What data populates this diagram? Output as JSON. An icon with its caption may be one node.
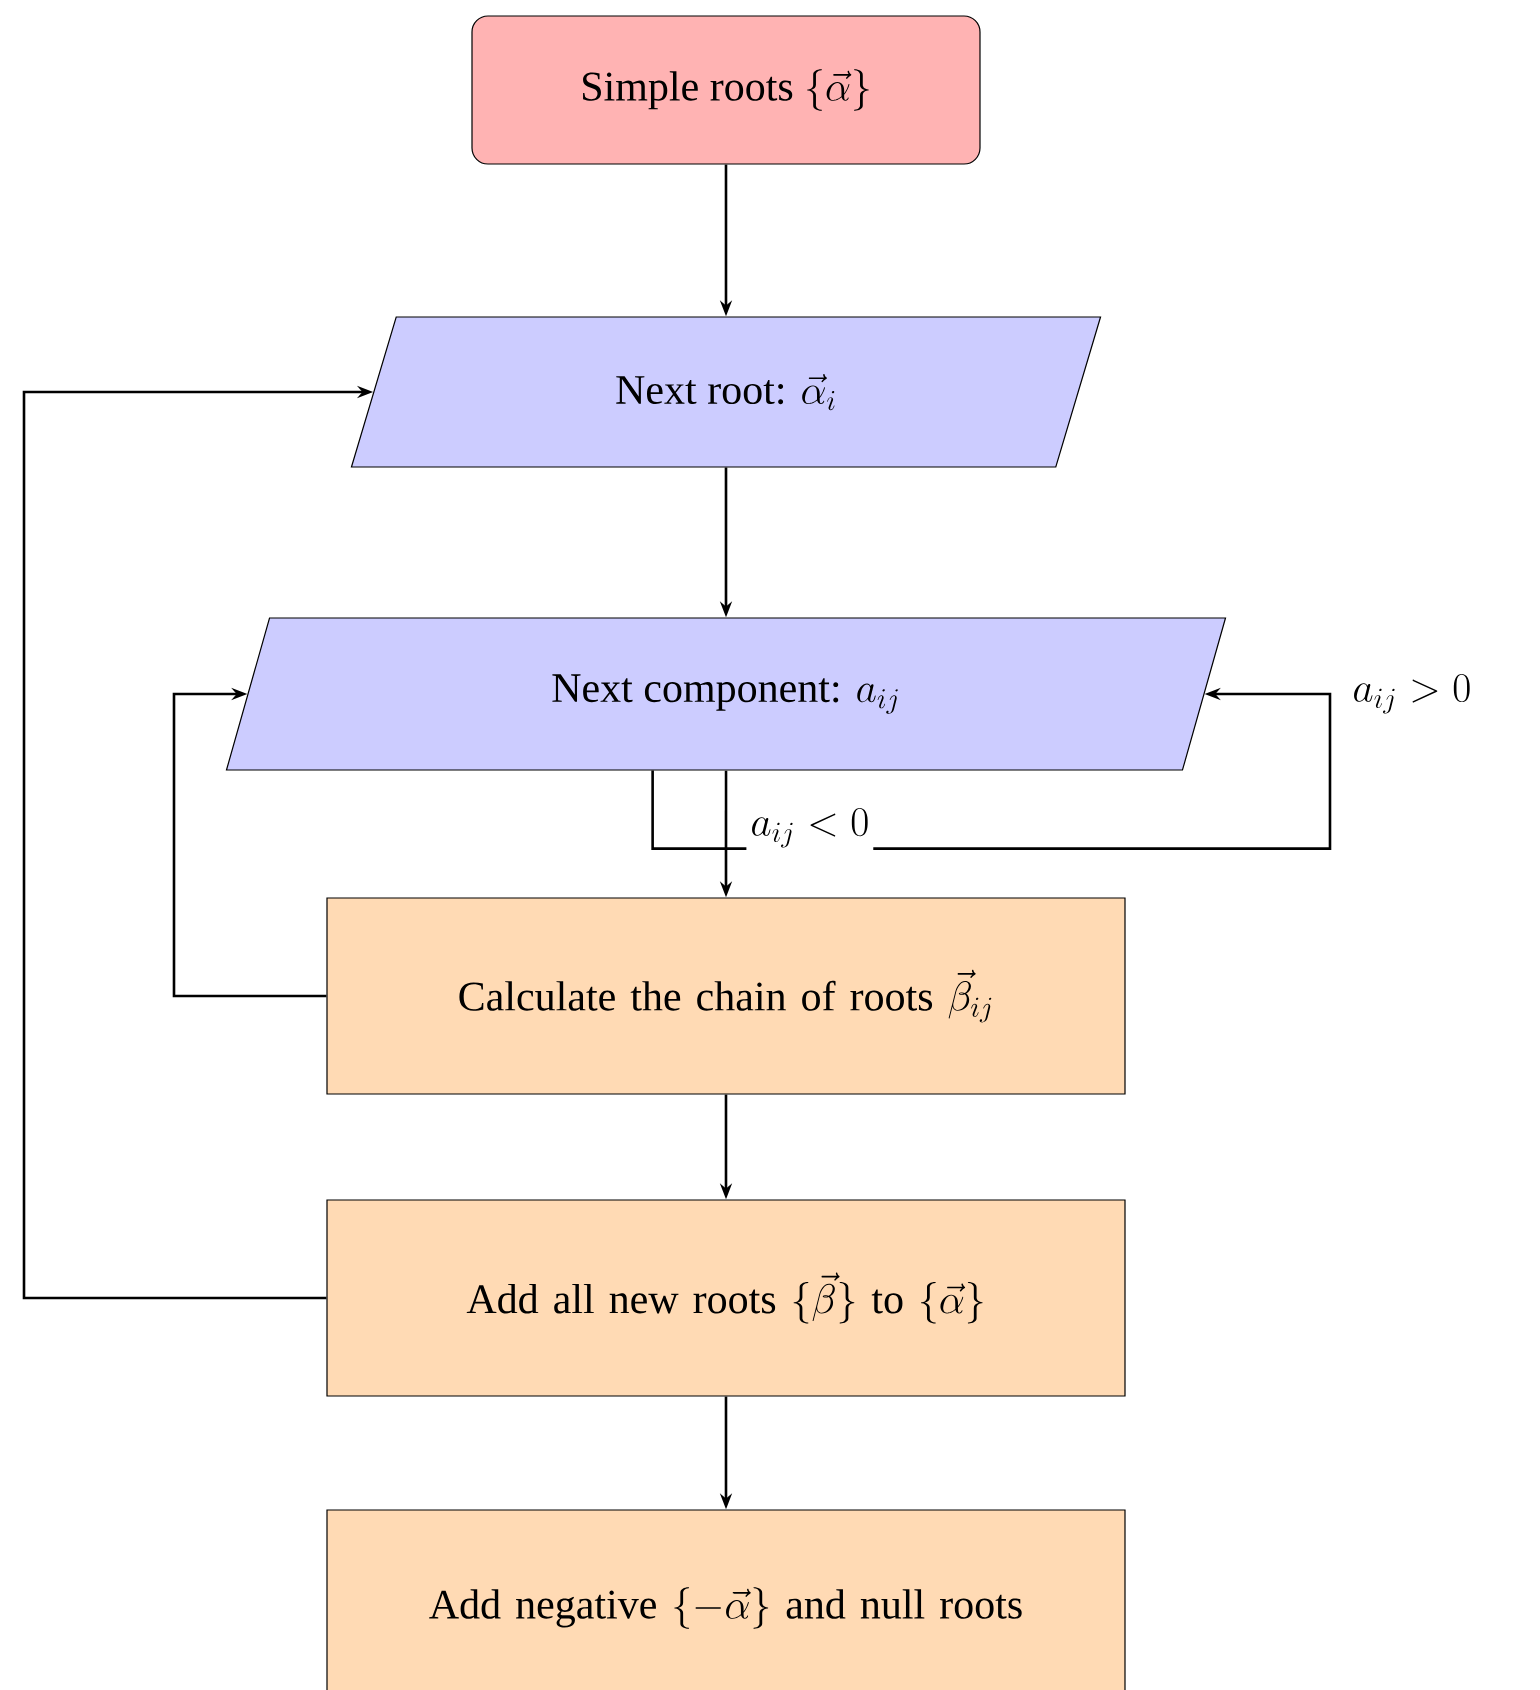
{
  "diagram": {
    "nodes": [
      {
        "text": [
          "\\text{Simple roots } \\{\\vec{\\alpha}\\}"
        ]
      },
      {
        "text": [
          "\\text{Next root: } \\vec{\\alpha}_i"
        ]
      },
      {
        "text": [
          "\\text{Next component: } a_{ij}"
        ]
      },
      {
        "text": [
          "\\text{Calculate the}\\allowbreak\\text{ chain of roots } \\vec{\\beta}_{ij}"
        ]
      },
      {
        "text": [
          "\\text{Add all new}\\allowbreak\\text{ roots } \\{\\vec{\\beta}\\}\\text{ to }\\{\\vec{\\alpha}\\}"
        ]
      },
      {
        "text": [
          "\\text{Add negative } \\{-\\vec{\\alpha}\\}\\allowbreak\\text{ and null roots}"
        ]
      }
    ],
    "edges": [
      {
        "from": 0,
        "to": 1,
        "arrow": "to"
      },
      {
        "from": 1,
        "to": 2,
        "arrow": "to"
      },
      {
        "from": 2,
        "to": 3,
        "arrow": "to",
        "label": "a_{ij} < 0"
      },
      {
        "from": 3,
        "to": 4,
        "arrow": "to"
      },
      {
        "from": 4,
        "to": 5,
        "arrow": "to"
      },
      {
        "from": 3,
        "to": 2,
        "arrow": "to"
      },
      {
        "from": 4,
        "to": 1,
        "arrow": "to"
      },
      {
        "from": 2,
        "to": 2,
        "arrow": "to",
        "label": "a_{ij} > 0"
      }
    ]
  }
}
